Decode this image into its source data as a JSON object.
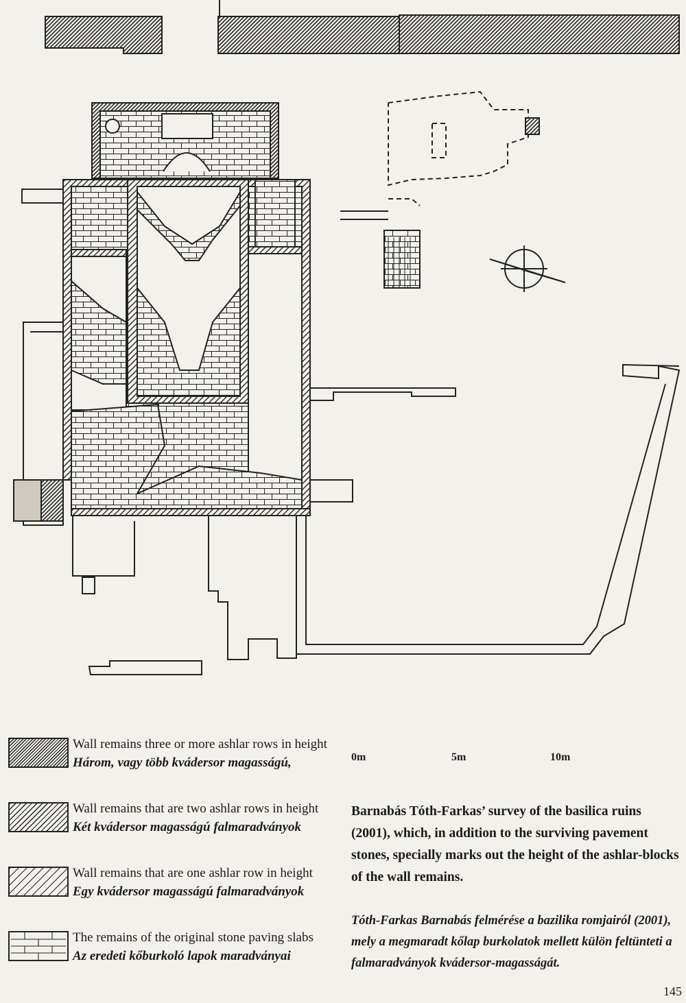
{
  "legend": [
    {
      "en": "Wall remains three or more ashlar rows in height",
      "hu": "Három, vagy több kvádersor magasságú,"
    },
    {
      "en": "Wall remains that are two ashlar rows in height",
      "hu": "Két kvádersor magasságú falmaradványok"
    },
    {
      "en": "Wall remains that are one ashlar row in height",
      "hu": "Egy kvádersor magasságú falmaradványok"
    },
    {
      "en": "The remains of the original stone paving slabs",
      "hu": "Az eredeti kőburkoló lapok maradványai"
    }
  ],
  "scale": {
    "labels": [
      "0m",
      "5m",
      "10m"
    ]
  },
  "caption": {
    "en": "Barnabás Tóth-Farkas’ survey of the basilica ruins (2001), which, in addition to the surviving pavement stones, specially marks out the height of the ashlar-blocks of the wall remains.",
    "hu": "Tóth-Farkas Barnabás felmérése a bazilika romjairól (2001), mely a megmaradt kőlap burkolatok mellett külön feltünteti a falmaradványok kvádersor-magasságát."
  },
  "page_number": "145",
  "colors": {
    "ink": "#1a1a1a",
    "paper": "#f3f1ec"
  }
}
